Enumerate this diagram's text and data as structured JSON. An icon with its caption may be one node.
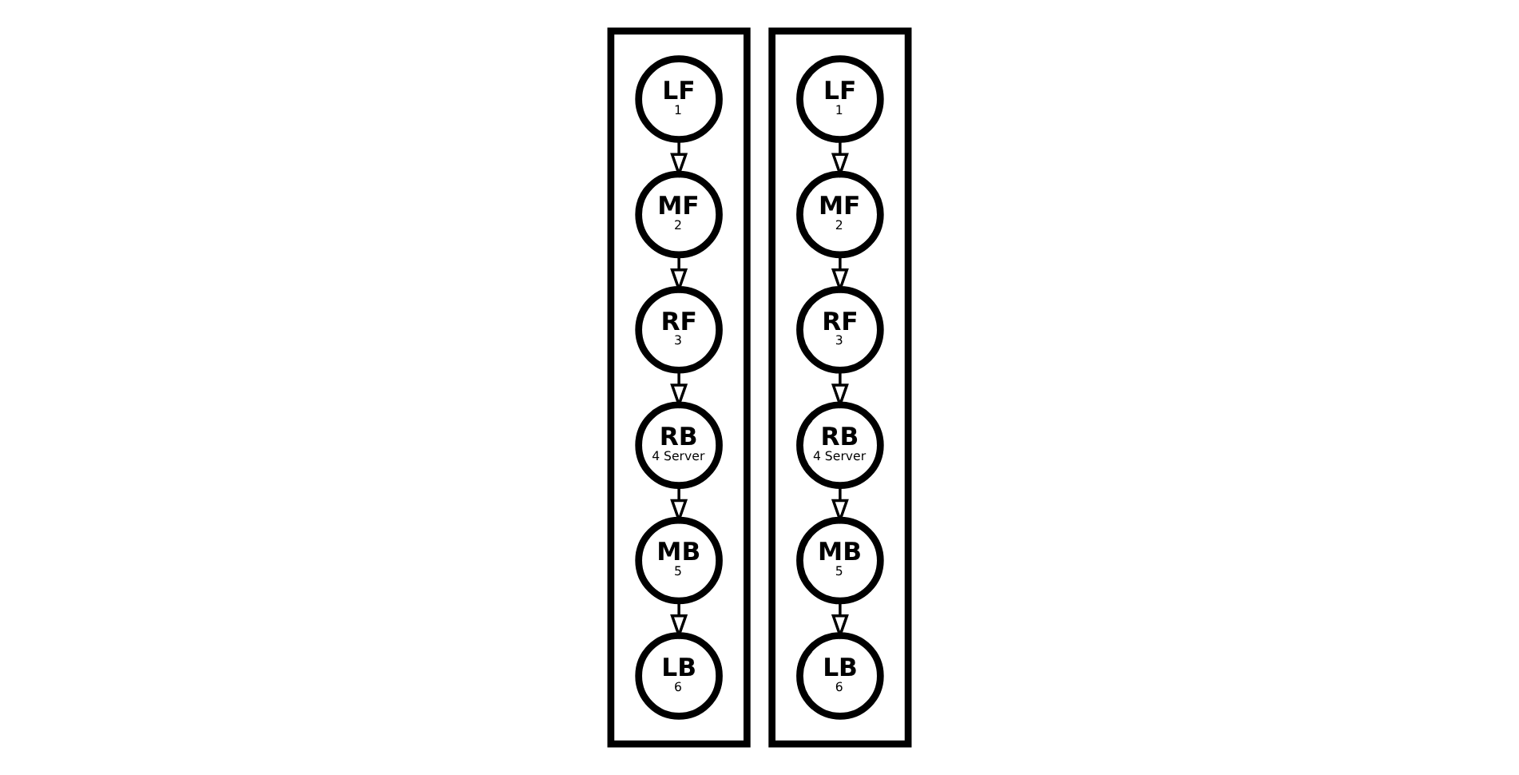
{
  "diagram": {
    "nodes": [
      {
        "text": [],
        "shape": "box"
      },
      {
        "text": [
          "LB",
          "6"
        ],
        "in": 0
      },
      {
        "text": [
          "LF",
          "1"
        ],
        "in": 0
      },
      {
        "text": [
          "MB",
          "5"
        ],
        "in": 0
      },
      {
        "text": [
          "MF",
          "2"
        ],
        "in": 0
      },
      {
        "text": [
          "RB",
          "4 Server"
        ],
        "in": 0
      },
      {
        "text": [
          "RF",
          "3"
        ],
        "in": 0
      },
      {
        "text": [],
        "shape": "box"
      },
      {
        "text": [
          "RF",
          "3"
        ],
        "in": 7
      },
      {
        "text": [
          "RB",
          "4 Server"
        ],
        "in": 7
      },
      {
        "text": [
          "MF",
          "2"
        ],
        "in": 7
      },
      {
        "text": [
          "MB",
          "5"
        ],
        "in": 7
      },
      {
        "text": [
          "LF",
          "1"
        ],
        "in": 7
      },
      {
        "text": [
          "LB",
          "6"
        ],
        "in": 7
      }
    ],
    "edges": [
      {
        "from": 2,
        "to": 4,
        "arrow": "to"
      },
      {
        "from": 4,
        "to": 6,
        "arrow": "to"
      },
      {
        "from": 6,
        "to": 5,
        "arrow": "to"
      },
      {
        "from": 5,
        "to": 3,
        "arrow": "to"
      },
      {
        "from": 3,
        "to": 1,
        "arrow": "to"
      },
      {
        "from": 12,
        "to": 10,
        "arrow": "to"
      },
      {
        "from": 10,
        "to": 8,
        "arrow": "to"
      },
      {
        "from": 8,
        "to": 9,
        "arrow": "to"
      },
      {
        "from": 9,
        "to": 11,
        "arrow": "to"
      },
      {
        "from": 11,
        "to": 13,
        "arrow": "to"
      }
    ]
  }
}
